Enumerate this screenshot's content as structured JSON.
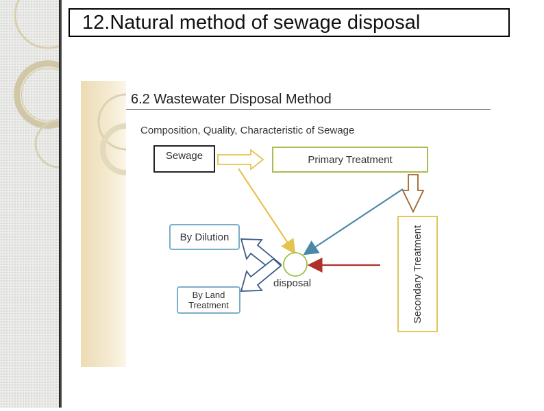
{
  "slide": {
    "title": "12.Natural method of sewage disposal"
  },
  "diagram": {
    "heading": "6.2 Wastewater Disposal Method",
    "subtitle": "Composition, Quality, Characteristic of Sewage",
    "nodes": {
      "sewage": "Sewage",
      "primary": "Primary Treatment",
      "secondary": "Secondary Treatment",
      "disposal": "disposal",
      "dilution": "By Dilution",
      "land_line1": "By Land",
      "land_line2": "Treatment"
    },
    "colors": {
      "sewage_arrow": "#e6c34e",
      "primary_arrow": "#4a88a8",
      "secondary_arrow": "#b0302a",
      "hollow_arrow_primary": "#e6c34e",
      "hollow_arrow_down": "#a0632e",
      "hollow_arrow_out": "#3c5b86",
      "disposal_circle": "#9cc045"
    }
  }
}
